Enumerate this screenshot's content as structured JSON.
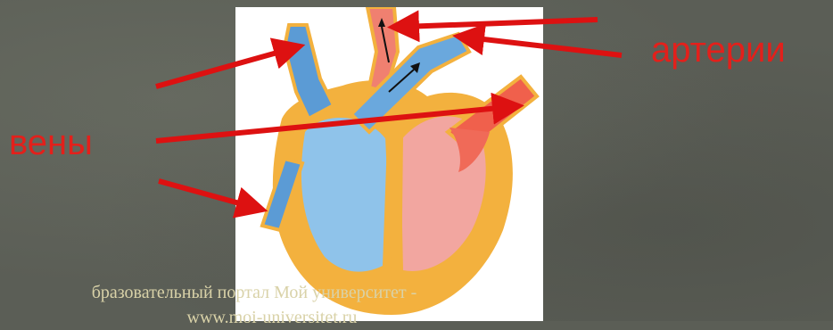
{
  "labels": {
    "veins": "вены",
    "arteries": "артерии"
  },
  "watermark": {
    "line1": "бразовательный портал Мой университет -",
    "line2": "www.moi-universitet.ru"
  },
  "colors": {
    "arrow": "#dd1111",
    "label": "#e3201b",
    "venous_blood": "#5b9bd5",
    "arterial_blood": "#f08070",
    "heart_wall": "#f3b13e",
    "background": "#5b5e56"
  }
}
